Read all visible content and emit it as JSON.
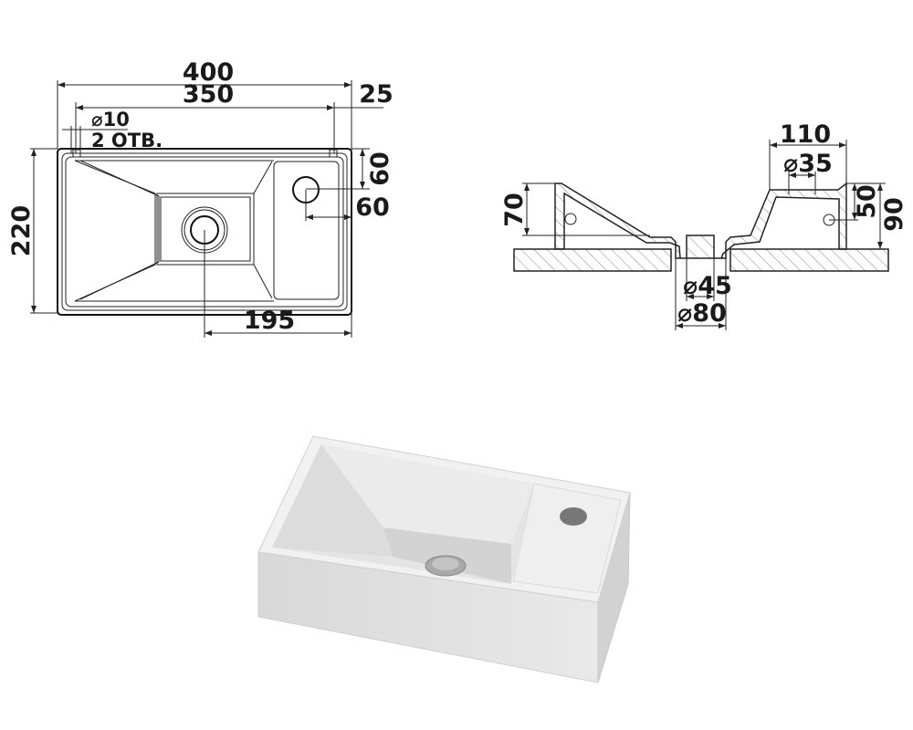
{
  "top_view": {
    "dims": {
      "overall_width": "400",
      "hole_spacing": "350",
      "hole_offset": "25",
      "hole_diameter": "⌀10",
      "hole_count": "2 ОТВ.",
      "depth": "220",
      "faucet_from_back": "60",
      "faucet_from_side": "60",
      "drain_from_side": "195"
    }
  },
  "side_view": {
    "dims": {
      "shelf_width": "110",
      "faucet_hole": "⌀35",
      "basin_height": "70",
      "shelf_height": "50",
      "total_height": "90",
      "drain_inner": "⌀45",
      "drain_outer": "⌀80"
    }
  },
  "colors": {
    "line": "#222222",
    "ceramic": "#e6e6e6",
    "shadow": "#bdbdbd"
  }
}
